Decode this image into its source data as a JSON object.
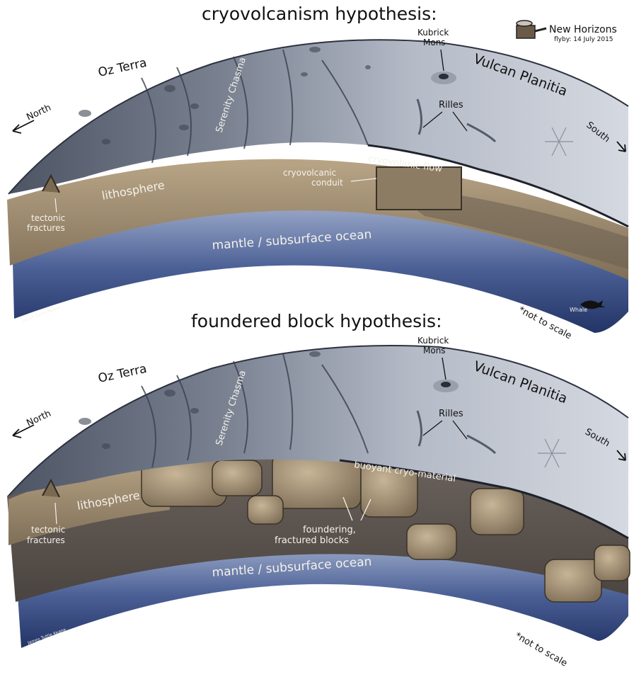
{
  "header": {
    "spacecraft_name": "New Horizons",
    "flyby_text": "flyby: 14 July 2015"
  },
  "top_panel": {
    "title": "cryovolcanism hypothesis:",
    "labels": {
      "oz_terra": "Oz Terra",
      "north": "North",
      "serenity_chasma": "Serenity Chasma",
      "kubrick_line1": "Kubrick",
      "kubrick_line2": "Mons",
      "vulcan_planitia": "Vulcan Planitia",
      "south": "South",
      "rilles": "Rilles",
      "cryovolcanic_flow": "cryovolanic flow",
      "conduit_line1": "cryovolcanic",
      "conduit_line2": "conduit",
      "lithosphere": "lithosphere",
      "tectonic_line1": "tectonic",
      "tectonic_line2": "fractures",
      "mantle": "mantle / subsurface ocean",
      "not_to_scale": "*not to scale",
      "whale": "Whale",
      "signature": "James Tuttle Keane"
    }
  },
  "bottom_panel": {
    "title": "foundered block hypothesis:",
    "labels": {
      "oz_terra": "Oz Terra",
      "north": "North",
      "serenity_chasma": "Serenity Chasma",
      "kubrick_line1": "Kubrick",
      "kubrick_line2": "Mons",
      "vulcan_planitia": "Vulcan Planitia",
      "south": "South",
      "rilles": "Rilles",
      "buoyant": "buoyant cryo-material",
      "lithosphere": "lithosphere",
      "tectonic_line1": "tectonic",
      "tectonic_line2": "fractures",
      "foundering_line1": "foundering,",
      "foundering_line2": "fractured blocks",
      "mantle": "mantle / subsurface ocean",
      "not_to_scale": "*not to scale",
      "signature": "James Tuttle Keane"
    }
  },
  "colors": {
    "surface_dark": "#5f6878",
    "surface_light": "#c9ced8",
    "lithosphere": "#a08c70",
    "lithosphere_dark": "#6f6250",
    "mantle_dark": "#2d3e70",
    "mantle_light": "#8fa0c4",
    "cryo_material": "#5a5350"
  },
  "icons": [
    "new-horizons-spacecraft-icon",
    "whale-icon"
  ]
}
